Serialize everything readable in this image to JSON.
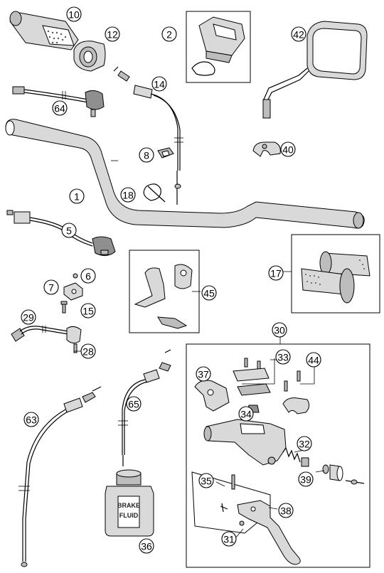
{
  "diagram": {
    "callouts": [
      "10",
      "12",
      "2",
      "42",
      "14",
      "64",
      "8",
      "40",
      "1",
      "18",
      "5",
      "6",
      "7",
      "15",
      "45",
      "17",
      "29",
      "28",
      "30",
      "33",
      "37",
      "44",
      "34",
      "65",
      "63",
      "32",
      "35",
      "39",
      "38",
      "31",
      "36"
    ],
    "bottle_label_line1": "BRAKE",
    "bottle_label_line2": "FLUID"
  }
}
